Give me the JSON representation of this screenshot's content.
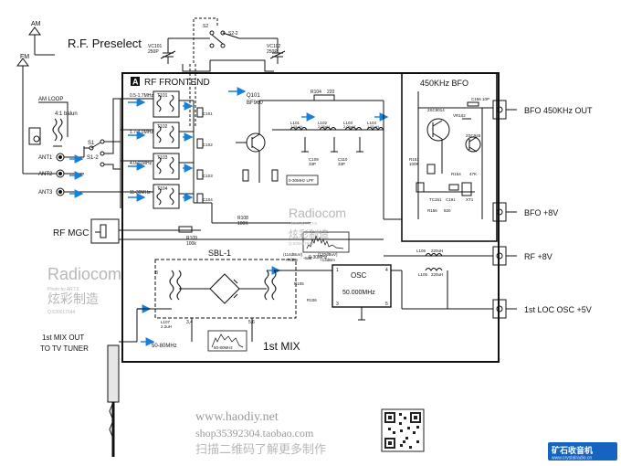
{
  "title": "R.F. Preselect",
  "blocks": {
    "rf_frontend": {
      "letter": "A",
      "label": "RF FRONTEND"
    },
    "bfo": {
      "label": "450KHz BFO"
    },
    "sbl": {
      "label": "SBL-1"
    },
    "osc": {
      "label": "OSC",
      "freq": "50.000MHz"
    },
    "mix": {
      "label": "1st MIX"
    }
  },
  "antennas": {
    "am": "AM",
    "fm": "FM",
    "loop": "AM LOOP",
    "balun": "4:1 balun",
    "ant1": "ANT1",
    "ant2": "ANT2",
    "ant3": "ANT3"
  },
  "switches": {
    "s1": "S1",
    "s1_2": "S1-2",
    "s2_2": "S2-2",
    "s2": "S2"
  },
  "bands": [
    "0.5-1.7MHz",
    "1.7-4.0MHz",
    "4.0-11MHz",
    "11-30MHz"
  ],
  "parts": {
    "vc101": "VC101",
    "vc101v": "250P",
    "vc102": "VC102",
    "vc102v": "250P",
    "q101": "Q101",
    "q101t": "BF960",
    "r104": "R104",
    "r104v": "220",
    "l101": "L101",
    "l101v": "1.51uH",
    "l102": "L102",
    "l102v": "2.05uH",
    "l103": "L103",
    "l103v": "2.05uH",
    "l104": "L104",
    "l104v": "1.51uH",
    "c109": "C109",
    "c109v": "33P",
    "c110": "C110",
    "c110v": "33P",
    "r108": "R108",
    "r108v": "100K",
    "r109": "R109",
    "r109v": "100k",
    "t101": "T101",
    "t102": "T102",
    "t103": "T103",
    "t104": "T104",
    "c101": "C101",
    "c102": "C102",
    "c103": "C103",
    "c104": "C104",
    "l106": "L106",
    "l106v": "220uH",
    "l105": "L105",
    "l105v": "220uH",
    "l107": "L107",
    "l107v": "2.2uH",
    "r105": "R105",
    "r106": "R106",
    "q102": "2SC9014",
    "r151": "R151",
    "r151v": "100K",
    "xt1": "XT1",
    "c191": "C191",
    "tc151": "TC151",
    "r156": "R156",
    "r156v": "820",
    "r154": "R154",
    "r154v": "47K",
    "q2sc": "2SC945",
    "vr102": "VR102",
    "c156": "C156",
    "c156v": "10P",
    "osc_pin1": "1",
    "osc_pin4": "4",
    "osc_pin5": "5",
    "osc_pin3": "3",
    "mix_pin34": "3,4",
    "mix_pin8": "8",
    "mix_pin56": "5,6",
    "lpf": "0-30MHz LPF",
    "lvl1": "(114dBuV)",
    "lvl2": "+7dBm",
    "lvl3": "(120dBuV)",
    "lvl4": "+13dBm",
    "att": "-6dB"
  },
  "ports": {
    "bfo_out": "BFO 450KHz OUT",
    "bfo_v": "BFO +8V",
    "rf_v": "RF +8V",
    "loc_osc": "1st LOC OSC +5V",
    "mix_out_1": "1st MIX OUT",
    "mix_out_2": "TO TV TUNER",
    "rf_mgc": "RF MGC"
  },
  "spectra": {
    "s1": "0-30MHz",
    "s2": "50-80MHz",
    "s3": "50-80MHz"
  },
  "watermark": {
    "brand": "Radiocom",
    "brand_cn": "炫彩制造",
    "photo": "Photo by ART.5",
    "qq": "Q:530017644"
  },
  "footer": {
    "url": "www.haodiy.net",
    "shop": "shop35392304.taobao.com",
    "cta": "扫描二维码了解更多制作",
    "logo_cn": "矿石收音机",
    "logo_url": "www.crystalradio.cn"
  },
  "colors": {
    "line": "#111111",
    "accent": "#1a7fd6",
    "logo": "#1565c0"
  }
}
